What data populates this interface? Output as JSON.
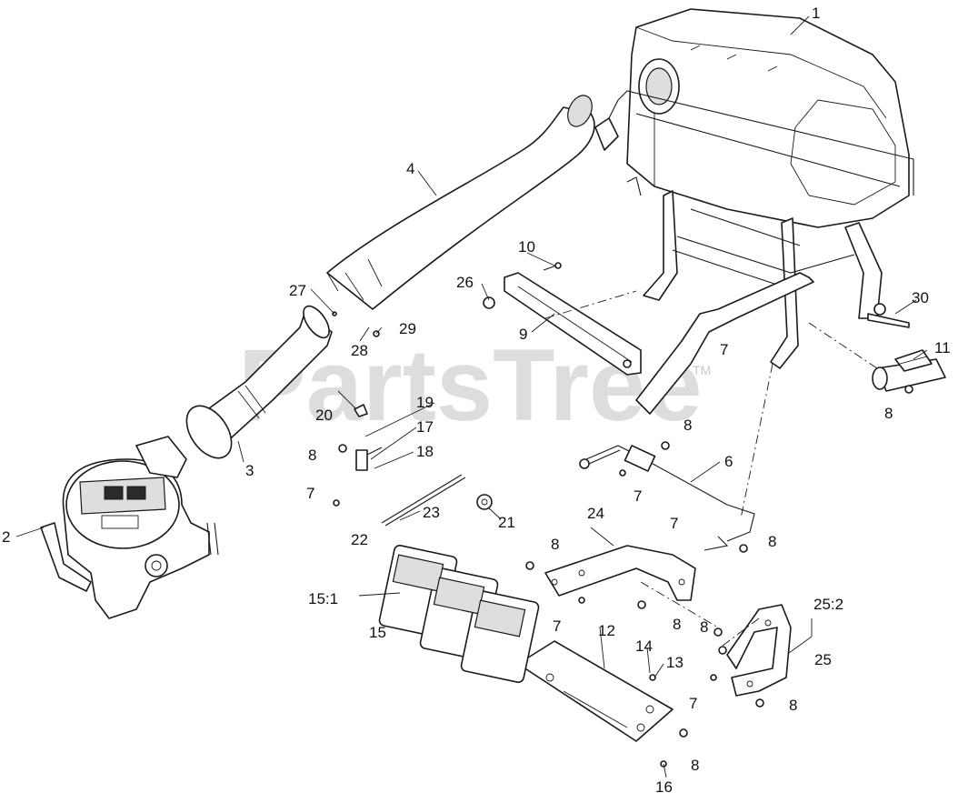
{
  "watermark": {
    "text": "PartsTree",
    "mark": "TM"
  },
  "callouts": {
    "c1": "1",
    "c2": "2",
    "c3": "3",
    "c4": "4",
    "c6": "6",
    "c7a": "7",
    "c7b": "7",
    "c7c": "7",
    "c7d": "7",
    "c7e": "7",
    "c7f": "7",
    "c8a": "8",
    "c8b": "8",
    "c8c": "8",
    "c8d": "8",
    "c8e": "8",
    "c8f": "8",
    "c8g": "8",
    "c8h": "8",
    "c8i": "8",
    "c9": "9",
    "c10": "10",
    "c11": "11",
    "c12": "12",
    "c13": "13",
    "c14": "14",
    "c15": "15",
    "c15_1": "15:1",
    "c16": "16",
    "c17": "17",
    "c18": "18",
    "c19": "19",
    "c20": "20",
    "c21": "21",
    "c22": "22",
    "c23": "23",
    "c24": "24",
    "c25": "25",
    "c25_2": "25:2",
    "c26": "26",
    "c27": "27",
    "c28": "28",
    "c29": "29",
    "c30": "30"
  }
}
